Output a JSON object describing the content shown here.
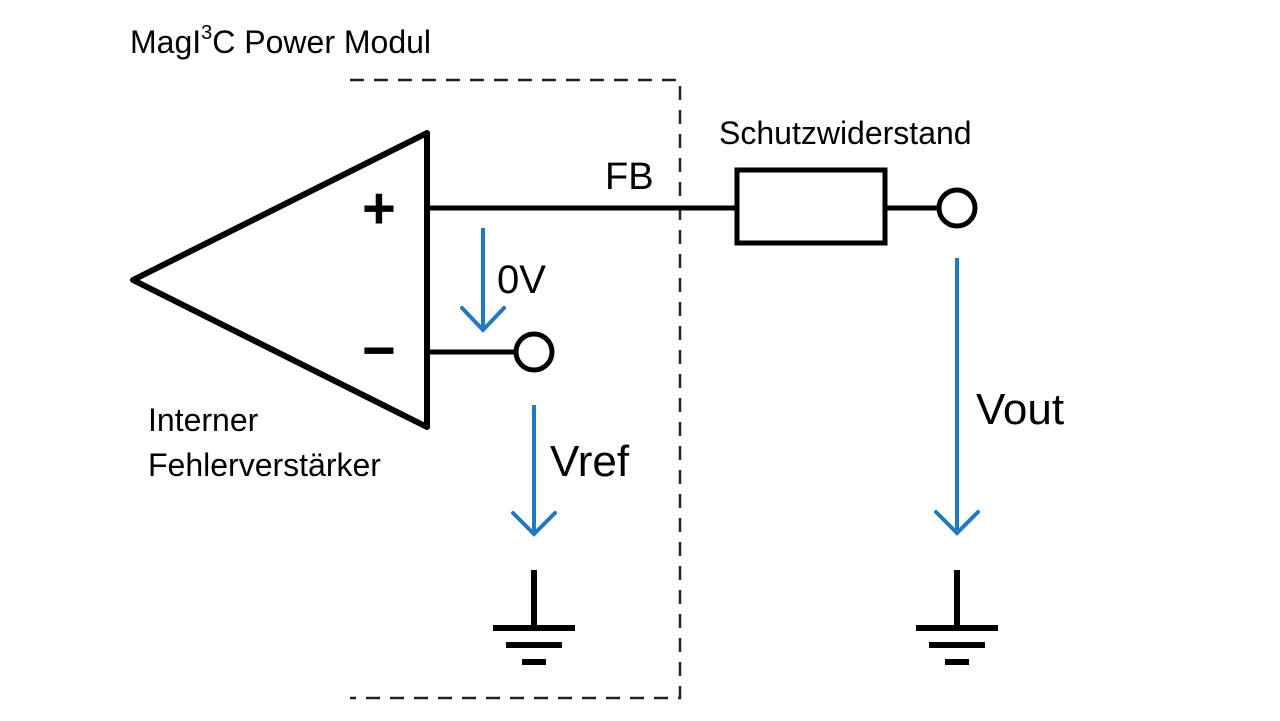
{
  "title": {
    "main": "MagI",
    "superscript": "3",
    "rest": "C Power Modul"
  },
  "labels": {
    "feedback": "FB",
    "resistor": "Schutzwiderstand",
    "plus": "+",
    "minus": "−",
    "zero_volt": "0V",
    "vref": "Vref",
    "vout": "Vout",
    "amplifier_line1": "Interner",
    "amplifier_line2": "Fehlerverstärker"
  },
  "colors": {
    "wire": "#000000",
    "arrow": "#1f7ac4",
    "boundary": "#000000"
  },
  "icons": {
    "ground": "ground-icon",
    "terminal": "terminal-circle-icon"
  }
}
